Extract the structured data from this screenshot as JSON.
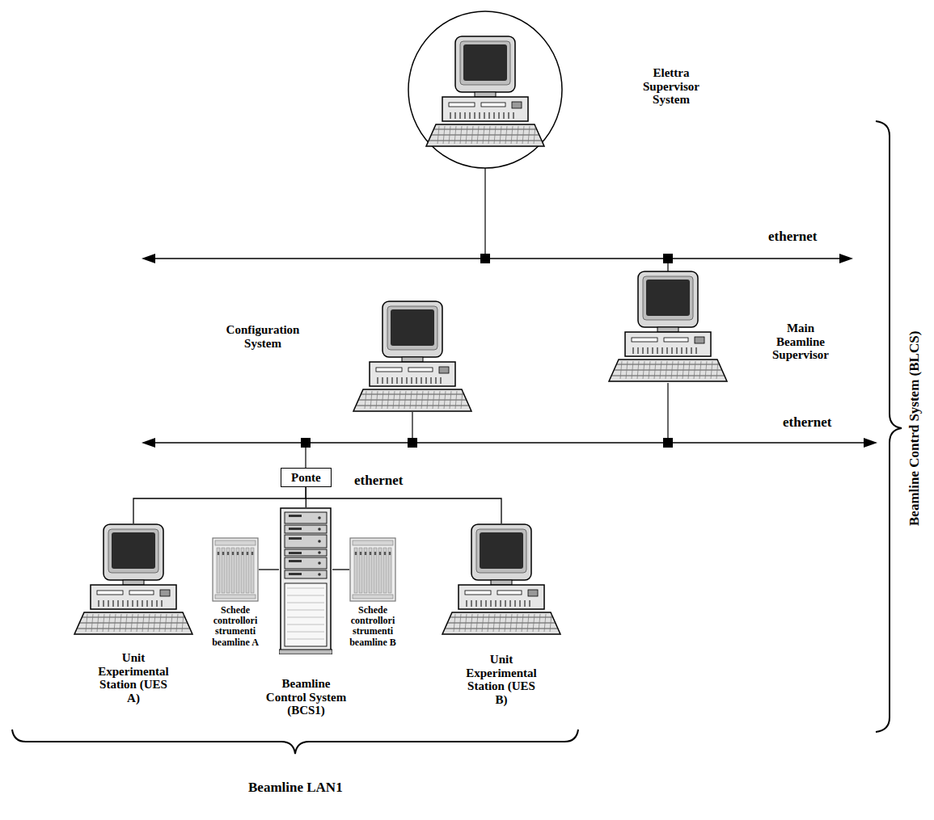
{
  "diagram": {
    "nodes": [
      {
        "text": [
          "Elettra Supervisor System"
        ]
      },
      {
        "text": [
          "Configuration System"
        ]
      },
      {
        "text": [
          "Main Beamline Supervisor"
        ]
      },
      {
        "text": [
          "Ponte"
        ]
      },
      {
        "text": [
          "Unit Experimental Station (UES A)"
        ]
      },
      {
        "text": [
          "Schede controllori strumenti beamline A"
        ]
      },
      {
        "text": [
          "Beamline Control System (BCS1)"
        ]
      },
      {
        "text": [
          "Schede controllori strumenti beamline B"
        ]
      },
      {
        "text": [
          "Unit Experimental Station (UES B)"
        ]
      }
    ],
    "edges": [
      {
        "from": 3,
        "to": 4,
        "arrow": "none"
      },
      {
        "from": 3,
        "to": 6,
        "arrow": "none"
      },
      {
        "from": 3,
        "to": 8,
        "arrow": "none"
      },
      {
        "from": 5,
        "to": 6,
        "arrow": "none"
      },
      {
        "from": 6,
        "to": 7,
        "arrow": "none"
      }
    ],
    "labels": [
      "ethernet",
      "ethernet",
      "ethernet",
      "Beamline Contrd System (BLCS)",
      "Beamline LAN1"
    ]
  }
}
